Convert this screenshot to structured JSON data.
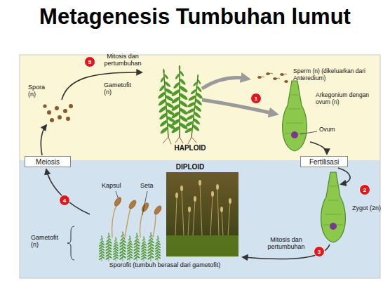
{
  "diagram": {
    "title": "Metagenesis Tumbuhan lumut",
    "nodes": [
      {
        "text": [
          "5"
        ]
      },
      {
        "text": [
          "1"
        ]
      },
      {
        "text": [
          "Meiosis"
        ]
      },
      {
        "text": [
          "Fertilisasi"
        ]
      },
      {
        "text": [
          "2"
        ]
      },
      {
        "text": [
          "4"
        ]
      },
      {
        "text": [
          "3"
        ]
      }
    ],
    "labels": [
      "Mitosis dan pertumbuhan",
      "Spora (n)",
      "Gametofit (n)",
      "Sperm (n) (dikeluarkan dari Anteredium)",
      "Arkegonium dengan ovum (n)",
      "HAPLOID",
      "DIPLOID",
      "Ovum",
      "Zygot (2n)",
      "Kapsul",
      "Seta",
      "Gametofit (n)",
      "Mitosis dan pertumbuhan",
      "Sporofit (tumbuh berasal dari gametofit)"
    ]
  }
}
